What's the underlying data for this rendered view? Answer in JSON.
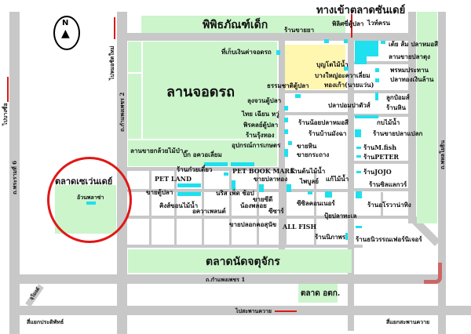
{
  "title": "ทางเข้าตลาดซันเดย์",
  "areas": {
    "museum": "พิพิธภัณฑ์เด็ก",
    "parking": "ลานจอดรถ",
    "orchid": "ลานขายกล้วยไม้ป่า",
    "chatuchak": "ตลาดนัดจตุจักร",
    "seven_day": "ตลาดเซเว่นเดย์",
    "ortorkor": "ตลาด อตก."
  },
  "roads": {
    "rama6": "ถ.พระรามที่ 6",
    "kamphaeng2": "ถ.กำแพงเพชร 2",
    "kamphaeng1": "ถ.กำแพงเพชร 1",
    "phahon": "ถ.พหลโยธิน",
    "to_bangsue": "ไปบางซื่อ",
    "to_mochit": "ไปหมอชิตใหม่",
    "to_saphankwai": "ไปสะพานควาย",
    "tunnel": "อุโมงค์",
    "pracha_junction": "สี่แยกประดิพัทธ์",
    "saphankwai_junction": "สี่แยกสะพานควาย"
  },
  "compass": "N",
  "shops": [
    "ร้านขายยา",
    "พิลิศซี่ตู้ปลา",
    "ที่เก็บเงินค่าจอดรถ",
    "บุญโตไม้น้ำ",
    "บางใหญ่อะควาเลี่ยม",
    "ทองเก้า(นายแว่น)",
    "ธรรมชาติตู้ปลา",
    "ลุงจวนตู้ปลา",
    "ไทย เฉียน หวู่",
    "พิรคลย์ตู้ปลา",
    "ร้านรุ้งทอง",
    "ปลาปอมปาดัวส์",
    "ร้านน้อยปลาหมอสี",
    "ร้านบ้านมังฉา",
    "ขายหิน",
    "ขายกระถาง",
    "ไวท์ครน",
    "เต้ย ส้ม ปลาหมอสี",
    "ลานขายปลาตุง",
    "พรหมประทาน",
    "ปลาทองเงินล้าน",
    "ลูกป๋อมส์",
    "ร้านหิน",
    "กบไม้น้ำ",
    "ร้านขายปลาแปลก",
    "ร้านM.fish",
    "ร้านPETER",
    "ร้านJOJO",
    "บิ๊ก อควอเลี่ยม",
    "อุปกรณ์การเกษตร",
    "ร้านก๋วยเตี๋ยว",
    "PET LAND",
    "PET BOOK MARK",
    "ขายปลาทอง",
    "ร้านต้นไม้น้ำ",
    "ไพบูลย์",
    "แก้ไม้น้ำ",
    "ขายตู้ปลา",
    "คิงส์ขอนไม้น้ำ",
    "อควาเพลนต์",
    "นริส เพ็ด ช้อป",
    "น้องพลอย",
    "ขายซีดี",
    "ซีซาร์",
    "ขายปลอกคอสุนัข",
    "ALL FISH",
    "ซีซิลคอนเนอร์",
    "ปุ้ยปลาทะเล",
    "ร้านนิภาพร",
    "ร้านซิลแลกวร์",
    "ร้านอโรวาน่าทิง",
    "ร้านธนิวรรณเฟอร์นิเจอร์",
    "อ้วนพลาซ่า"
  ],
  "colors": {
    "green": "#ccf5cc",
    "yellow": "#fff6b0",
    "shop": "#1fe0ee",
    "road": "#c8c8c8",
    "arrow": "#d91a1a"
  }
}
